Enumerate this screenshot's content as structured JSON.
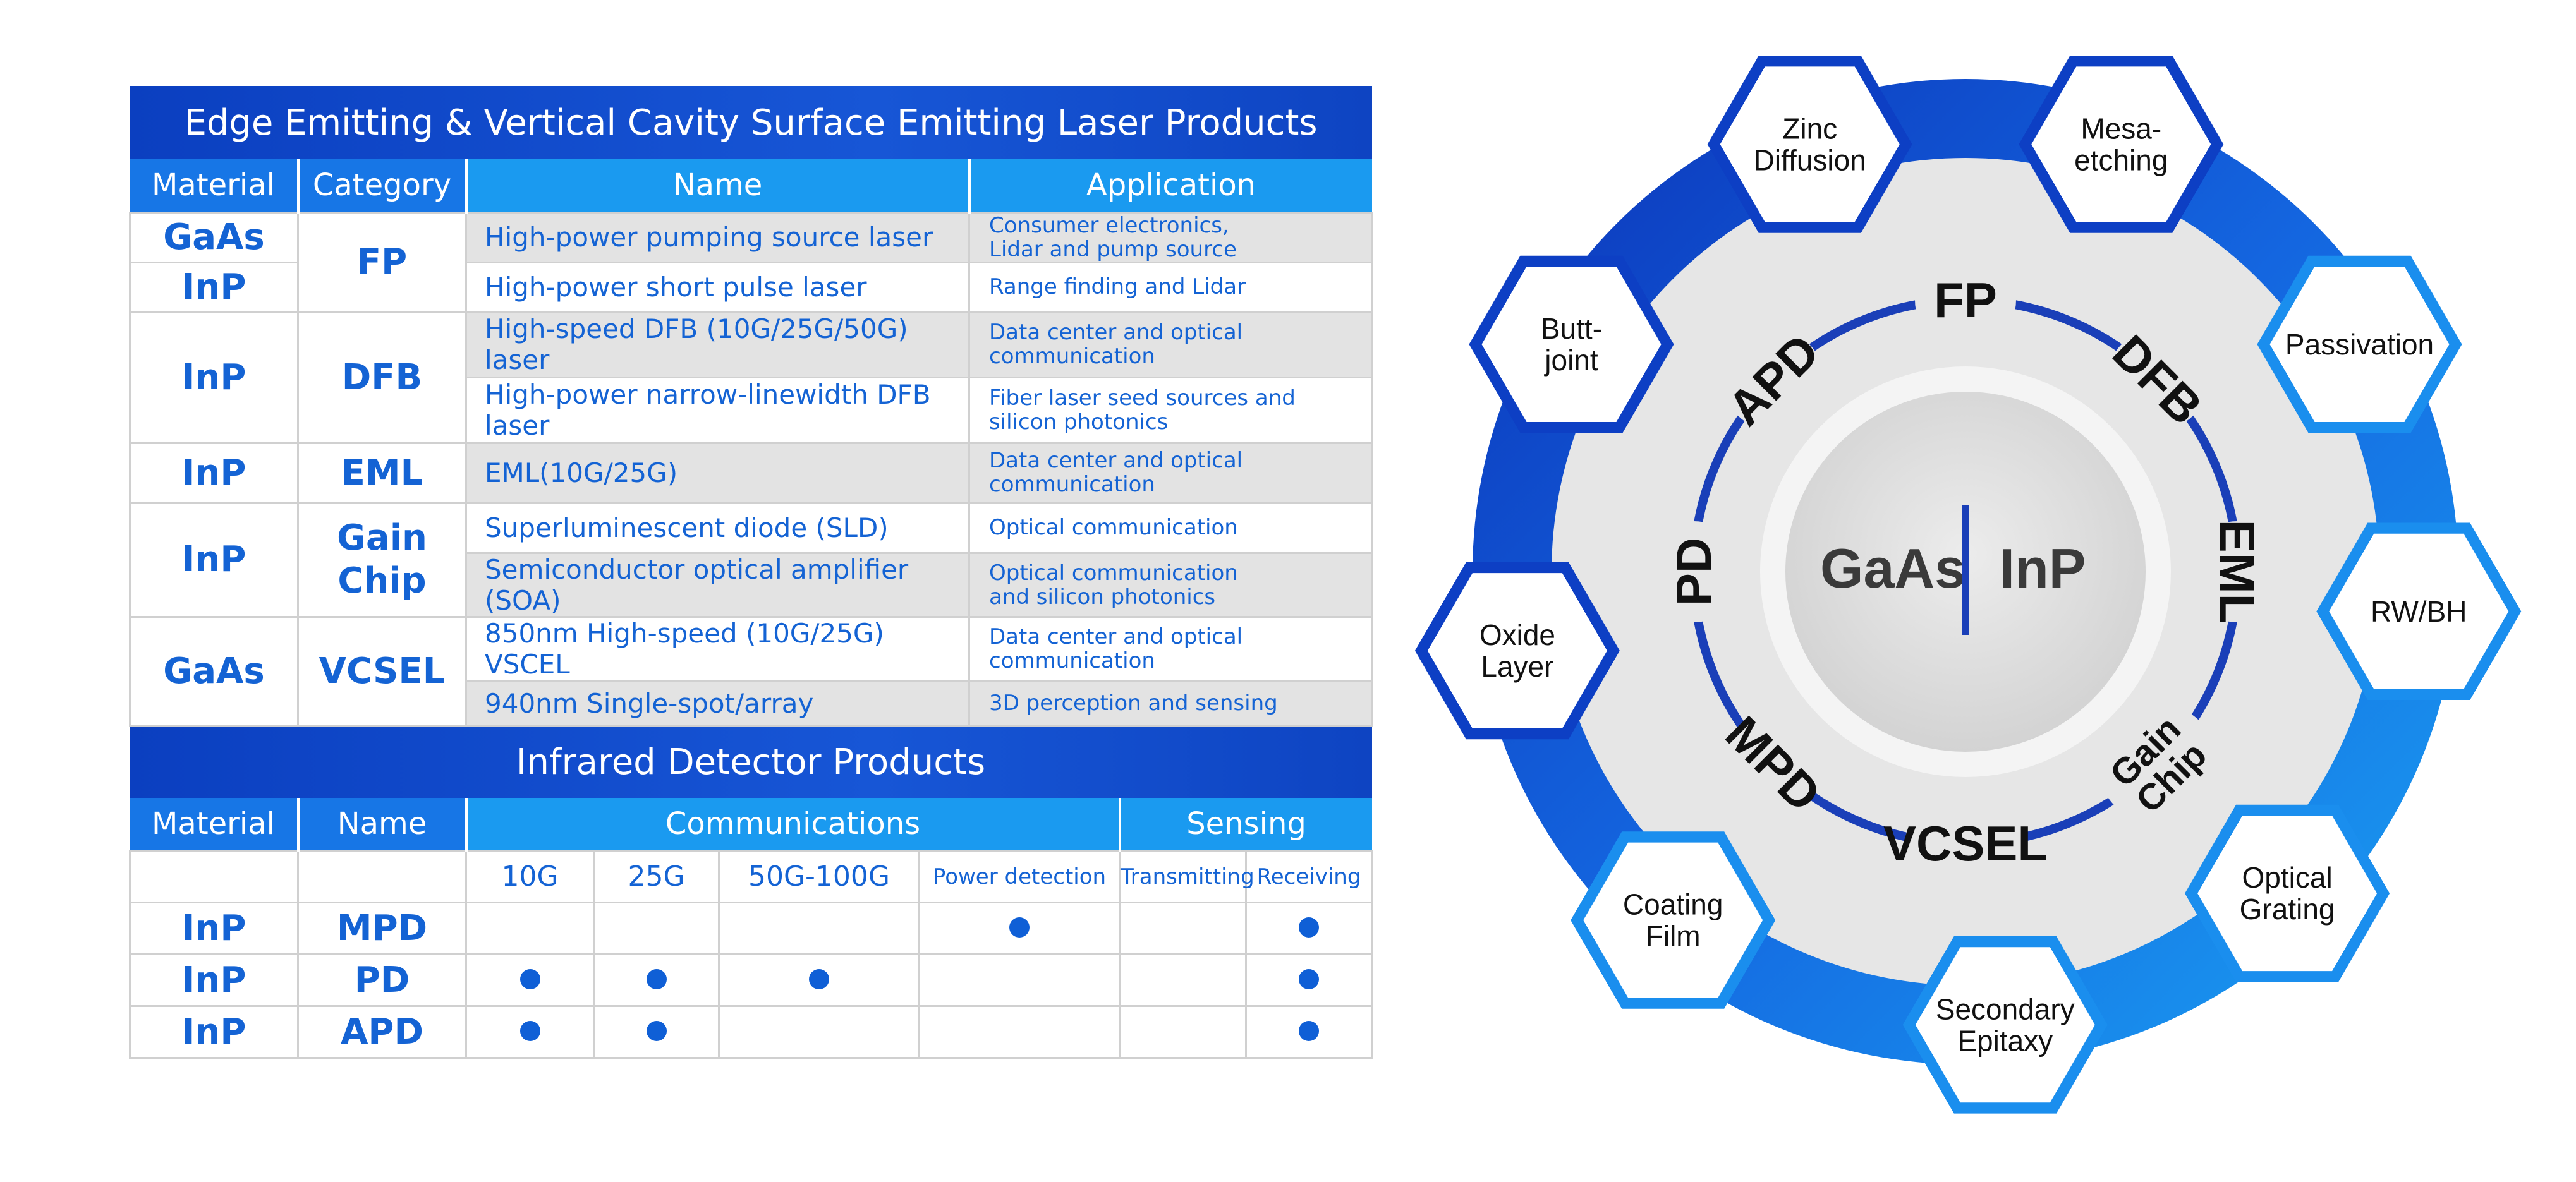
{
  "laser": {
    "title": "Edge Emitting & Vertical Cavity Surface Emitting Laser Products",
    "headers": {
      "material": "Material",
      "category": "Category",
      "name": "Name",
      "application": "Application"
    },
    "rows": {
      "fp1": {
        "material": "GaAs",
        "name": "High-power pumping source laser",
        "app_l1": "Consumer electronics,",
        "app_l2": "Lidar and pump source"
      },
      "fp2": {
        "material": "InP",
        "name": "High-power short pulse laser",
        "app_l1": "Range finding and Lidar"
      },
      "fp_category": "FP",
      "dfb1": {
        "name": "High-speed DFB (10G/25G/50G)  laser",
        "app_l1": "Data center and optical",
        "app_l2": "communication"
      },
      "dfb2": {
        "name": "High-power narrow-linewidth DFB laser",
        "app_l1": "Fiber laser seed sources and",
        "app_l2": "silicon photonics"
      },
      "dfb_material": "InP",
      "dfb_category": "DFB",
      "eml": {
        "material": "InP",
        "category": "EML",
        "name": "EML(10G/25G)",
        "app_l1": "Data center and optical",
        "app_l2": "communication"
      },
      "gain1": {
        "name": "Superluminescent diode (SLD)",
        "app_l1": "Optical communication"
      },
      "gain2": {
        "name": "Semiconductor optical amplifier (SOA)",
        "app_l1": "Optical communication",
        "app_l2": "and silicon photonics"
      },
      "gain_material": "InP",
      "gain_category_l1": "Gain",
      "gain_category_l2": "Chip",
      "vcsel1": {
        "name": "850nm High-speed (10G/25G) VSCEL",
        "app_l1": "Data center and optical",
        "app_l2": "communication"
      },
      "vcsel2": {
        "name": "940nm Single-spot/array",
        "app_l1": "3D perception and sensing"
      },
      "vcsel_material": "GaAs",
      "vcsel_category": "VCSEL"
    }
  },
  "detector": {
    "title": "Infrared Detector Products",
    "headers": {
      "material": "Material",
      "name": "Name",
      "communications": "Communications",
      "sensing": "Sensing"
    },
    "subheaders": [
      "10G",
      "25G",
      "50G-100G",
      "Power detection",
      "Transmitting",
      "Receiving"
    ],
    "rows": [
      {
        "material": "InP",
        "name": "MPD",
        "marks": [
          false,
          false,
          false,
          true,
          false,
          true
        ]
      },
      {
        "material": "InP",
        "name": "PD",
        "marks": [
          true,
          true,
          true,
          false,
          false,
          true
        ]
      },
      {
        "material": "InP",
        "name": "APD",
        "marks": [
          true,
          true,
          false,
          false,
          false,
          true
        ]
      }
    ]
  },
  "diagram": {
    "center_left": "GaAs",
    "center_right": "InP",
    "ring_labels": [
      "FP",
      "DFB",
      "EML",
      "Gain Chip",
      "VCSEL",
      "MPD",
      "PD",
      "APD"
    ],
    "processes": [
      "Zinc Diffusion",
      "Mesa-etching",
      "Passivation",
      "RW/BH",
      "Optical Grating",
      "Secondary Epitaxy",
      "Coating Film",
      "Oxide Layer",
      "Butt-joint"
    ],
    "colors": {
      "dark_blue": "#0d3fc4",
      "light_blue": "#1a9af0",
      "ring_line": "#1a3fb8"
    }
  }
}
